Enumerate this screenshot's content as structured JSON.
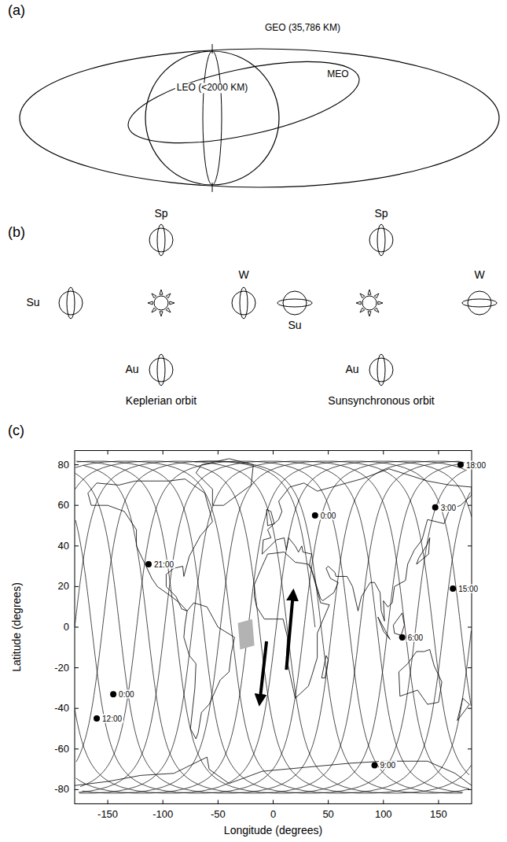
{
  "diagram": {
    "labels": [
      "(a)",
      "GEO (35,786 KM)",
      "MEO",
      "LEO (<2000 KM)",
      "(b)",
      "Sp",
      "Su",
      "W",
      "Au",
      "Sp",
      "Su",
      "W",
      "Au",
      "Keplerian orbit",
      "Sunsynchronous orbit",
      "(c)",
      "80",
      "60",
      "40",
      "20",
      "0",
      "-20",
      "-40",
      "-60",
      "-80",
      "-150",
      "-100",
      "-50",
      "0",
      "50",
      "100",
      "150",
      "Latitude (degrees)",
      "Longitude (degrees)",
      "0:00",
      "21:00",
      "0:00",
      "12:00",
      "3:00",
      "18:00",
      "15:00",
      "6:00",
      "9:00"
    ]
  }
}
